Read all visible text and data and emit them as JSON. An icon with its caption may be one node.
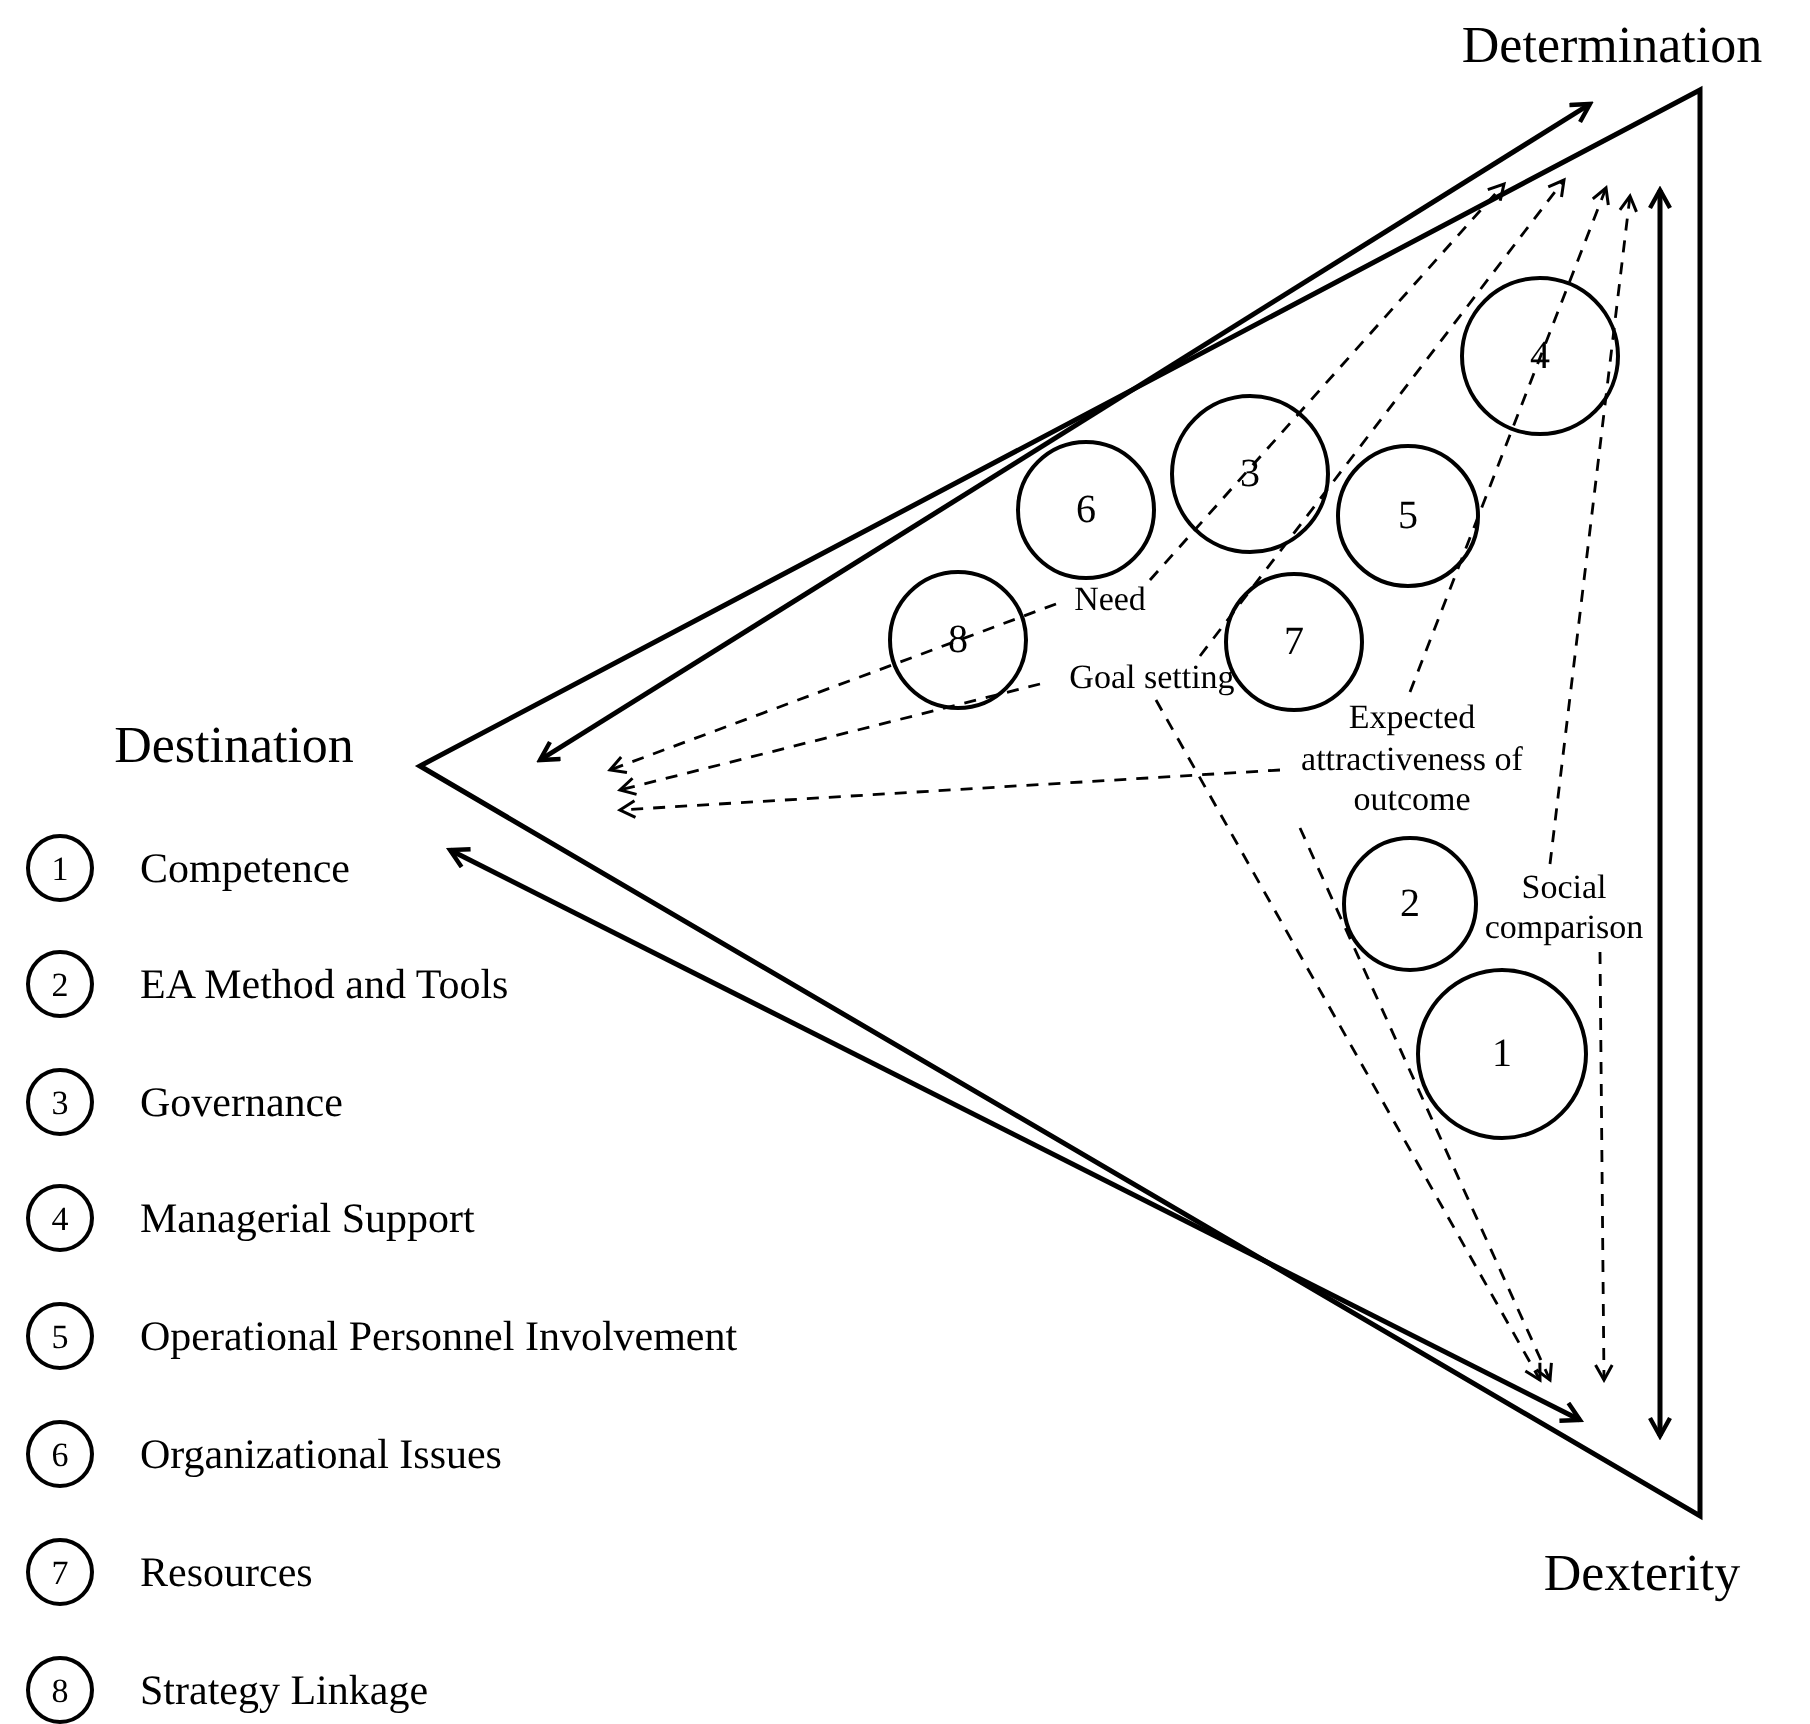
{
  "diagram": {
    "nodes": [
      {
        "text": [
          "Determination"
        ]
      },
      {
        "text": [
          "Destination"
        ]
      },
      {
        "text": [
          "Dexterity"
        ]
      },
      {
        "text": [
          "4"
        ]
      },
      {
        "text": [
          "3"
        ]
      },
      {
        "text": [
          "5"
        ]
      },
      {
        "text": [
          "6"
        ]
      },
      {
        "text": [
          "8"
        ]
      },
      {
        "text": [
          "7"
        ]
      },
      {
        "text": [
          "2"
        ]
      },
      {
        "text": [
          "1"
        ]
      },
      {
        "text": [
          "Need"
        ]
      },
      {
        "text": [
          "Goal setting"
        ]
      },
      {
        "text": [
          "Expected attractiveness of outcome"
        ]
      },
      {
        "text": [
          "Social comparison"
        ]
      },
      {
        "text": [
          "1"
        ],
        "beside": [
          "Competence"
        ]
      },
      {
        "text": [
          "2"
        ],
        "beside": [
          "EA Method and Tools"
        ]
      },
      {
        "text": [
          "3"
        ],
        "beside": [
          "Governance"
        ]
      },
      {
        "text": [
          "4"
        ],
        "beside": [
          "Managerial Support"
        ]
      },
      {
        "text": [
          "5"
        ],
        "beside": [
          "Operational Personnel Involvement"
        ]
      },
      {
        "text": [
          "6"
        ],
        "beside": [
          "Organizational Issues"
        ]
      },
      {
        "text": [
          "7"
        ],
        "beside": [
          "Resources"
        ]
      },
      {
        "text": [
          "8"
        ],
        "beside": [
          "Strategy Linkage"
        ]
      }
    ],
    "edges": [
      {
        "from": 11,
        "to": null,
        "arrow": "to",
        "style": "dashed"
      },
      {
        "from": 11,
        "to": null,
        "arrow": "to",
        "style": "dashed"
      },
      {
        "from": 12,
        "to": null,
        "arrow": "to",
        "style": "dashed"
      },
      {
        "from": 12,
        "to": null,
        "arrow": "to",
        "style": "dashed"
      },
      {
        "from": 12,
        "to": null,
        "arrow": "to",
        "style": "dashed"
      },
      {
        "from": 13,
        "to": null,
        "arrow": "to",
        "style": "dashed"
      },
      {
        "from": 13,
        "to": null,
        "arrow": "to",
        "style": "dashed"
      },
      {
        "from": 13,
        "to": null,
        "arrow": "to",
        "style": "dashed"
      },
      {
        "from": 14,
        "to": null,
        "arrow": "to",
        "style": "dashed"
      },
      {
        "from": 14,
        "to": null,
        "arrow": "to",
        "style": "dashed"
      }
    ]
  }
}
